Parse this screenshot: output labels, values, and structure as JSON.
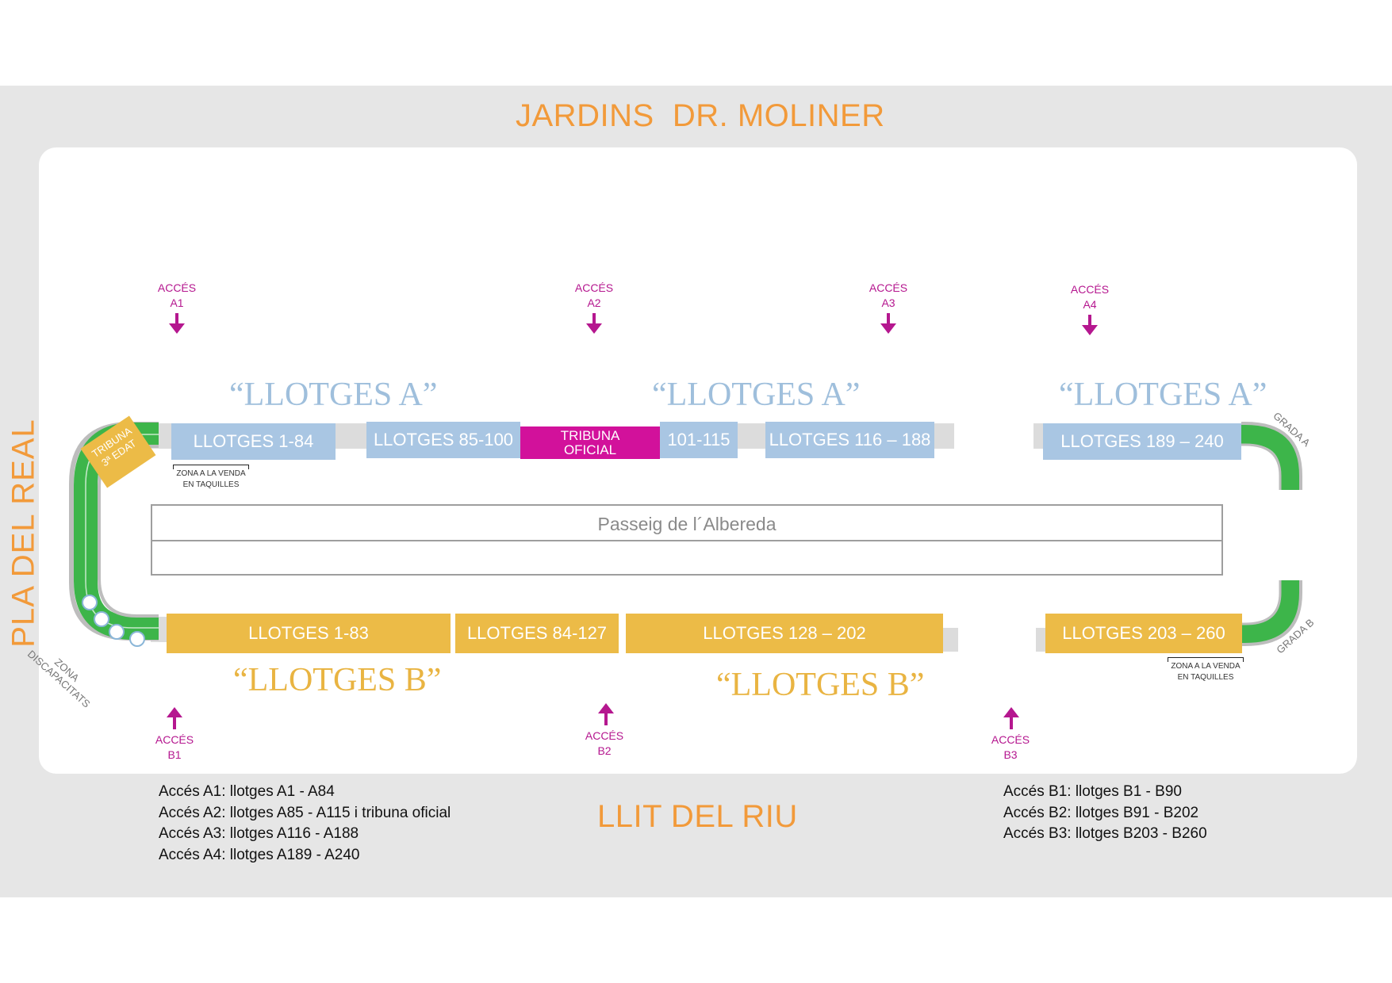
{
  "titles": {
    "top": "JARDINS  DR. MOLINER",
    "bottom": "LLIT DEL RIU",
    "left": "PLA DEL REAL",
    "road": "Passeig de l´Albereda"
  },
  "section_labels": {
    "a1": "“LLOTGES A”",
    "a2": "“LLOTGES A”",
    "a3": "“LLOTGES A”",
    "b1": "“LLOTGES B”",
    "b2": "“LLOTGES B”"
  },
  "boxes_a": {
    "a1": "LLOTGES 1-84",
    "a2": "LLOTGES 85-100",
    "trib_line1": "TRIBUNA",
    "trib_line2": "OFICIAL",
    "a3": "101-115",
    "a4": "LLOTGES 116 – 188",
    "a5": "LLOTGES 189 – 240"
  },
  "boxes_b": {
    "b1": "LLOTGES 1-83",
    "b2": "LLOTGES 84-127",
    "b3": "LLOTGES 128 – 202",
    "b4": "LLOTGES 203 – 260"
  },
  "tribuna_3a": {
    "line1": "TRIBUNA",
    "line2": "3ª EDAT"
  },
  "notes": {
    "venda_a": {
      "line1": "ZONA A LA VENDA",
      "line2": "EN TAQUILLES"
    },
    "venda_b": {
      "line1": "ZONA A LA VENDA",
      "line2": "EN TAQUILLES"
    },
    "grada_a": "GRADA A",
    "grada_b": "GRADA B",
    "zona_line1": "ZONA",
    "zona_line2": "DISCAPACITATS"
  },
  "access": {
    "word": "ACCÉS",
    "a1": "A1",
    "a2": "A2",
    "a3": "A3",
    "a4": "A4",
    "b1": "B1",
    "b2": "B2",
    "b3": "B3"
  },
  "legend_left": [
    "Accés A1: llotges A1 - A84",
    "Accés A2: llotges A85 - A115 i tribuna oficial",
    "Accés A3: llotges A116 - A188",
    "Accés A4: llotges A189 - A240"
  ],
  "legend_right": [
    "Accés B1: llotges B1 - B90",
    "Accés B2: llotges B91 - B202",
    "Accés B3: llotges B203 - B260"
  ],
  "colors": {
    "orange": "#f29a3a",
    "magenta": "#d2119b",
    "blue_box": "#a9c6e3",
    "yellow_box": "#ecbb47",
    "green_track": "#3db54a"
  },
  "icons": [
    "down-arrow-icon",
    "up-arrow-icon",
    "wheelchair-icon"
  ]
}
